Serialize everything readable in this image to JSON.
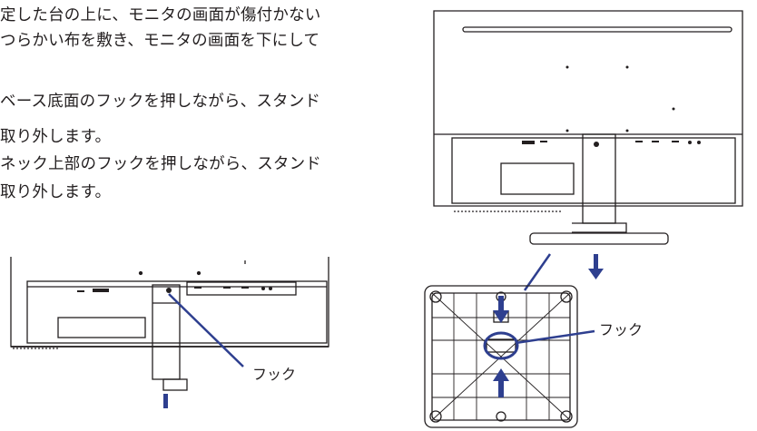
{
  "instructions": {
    "lines": [
      "定した台の上に、モニタの画面が傷付かない",
      "つらかい布を敷き、モニタの画面を下にして",
      "ベース底面のフックを押しながら、スタンド",
      "取り外します。",
      "ネック上部のフックを押しながら、スタンド",
      "取り外します。"
    ]
  },
  "figures": {
    "hook_label_left": "フック",
    "hook_label_right": "フック"
  },
  "colors": {
    "arrow": "#2e3f8f",
    "line": "#231f20"
  }
}
